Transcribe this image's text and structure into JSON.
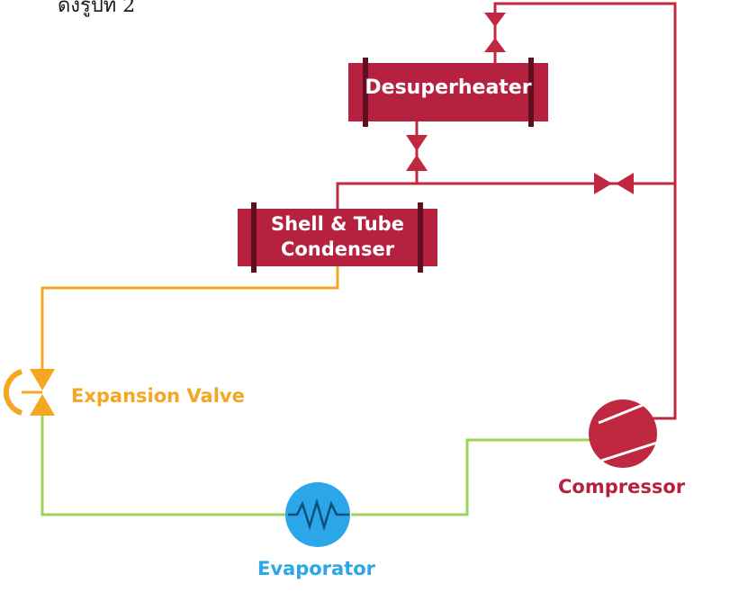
{
  "caption": "ดังรูปที่ 2",
  "components": {
    "desuperheater": "Desuperheater",
    "condenser_line1": "Shell & Tube",
    "condenser_line2": "Condenser",
    "expansion_valve": "Expansion Valve",
    "compressor": "Compressor",
    "evaporator": "Evaporator"
  },
  "colors": {
    "refrigerant_hot": "#c0283f",
    "refrigerant_liquid": "#f5a623",
    "refrigerant_cold": "#9bd35b",
    "component_fill": "#b5213f",
    "evaporator_fill": "#2ba6e8",
    "compressor_label": "#b5213f",
    "expansion_label": "#f5a623",
    "evaporator_label": "#2ba6e8"
  }
}
